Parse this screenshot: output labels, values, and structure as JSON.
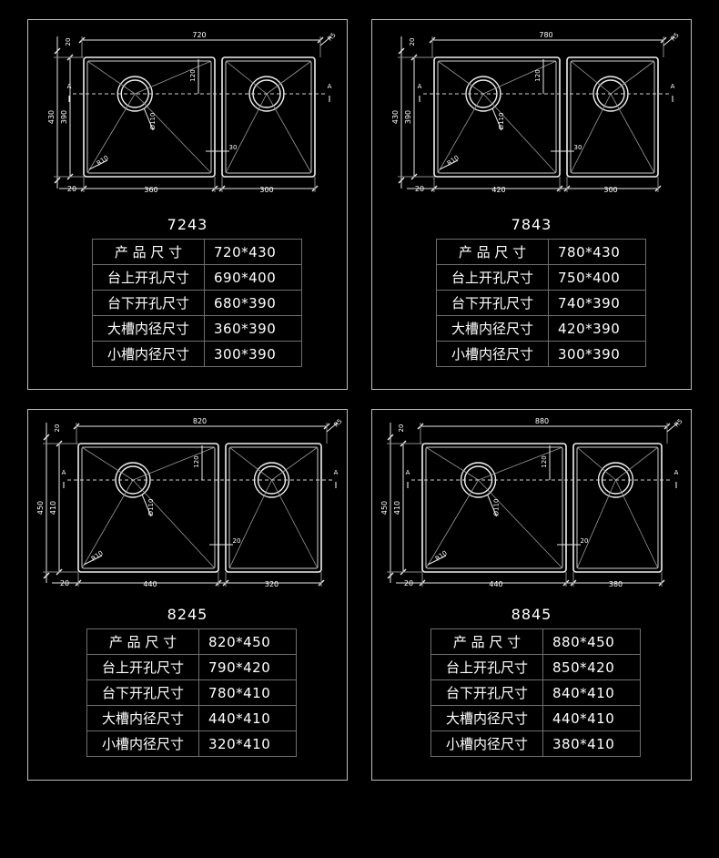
{
  "panels": [
    {
      "model": "7243",
      "dims": {
        "total_width": "720",
        "top_offset": "20",
        "height": "430",
        "inner_height": "390",
        "left_margin": "20",
        "big_width": "360",
        "small_width": "300",
        "divider": "30",
        "radius_corner": "R10",
        "radius_top": "R5",
        "drain_offset": "120",
        "drain_dia": "Ø110",
        "section": "A"
      },
      "specs": [
        {
          "label": "产 品 尺 寸",
          "value": "720*430"
        },
        {
          "label": "台上开孔尺寸",
          "value": "690*400"
        },
        {
          "label": "台下开孔尺寸",
          "value": "680*390"
        },
        {
          "label": "大槽内径尺寸",
          "value": "360*390"
        },
        {
          "label": "小槽内径尺寸",
          "value": "300*390"
        }
      ]
    },
    {
      "model": "7843",
      "dims": {
        "total_width": "780",
        "top_offset": "20",
        "height": "430",
        "inner_height": "390",
        "left_margin": "20",
        "big_width": "420",
        "small_width": "300",
        "divider": "30",
        "radius_corner": "R10",
        "radius_top": "R5",
        "drain_offset": "120",
        "drain_dia": "Ø110",
        "section": "A"
      },
      "specs": [
        {
          "label": "产 品 尺 寸",
          "value": "780*430"
        },
        {
          "label": "台上开孔尺寸",
          "value": "750*400"
        },
        {
          "label": "台下开孔尺寸",
          "value": "740*390"
        },
        {
          "label": "大槽内径尺寸",
          "value": "420*390"
        },
        {
          "label": "小槽内径尺寸",
          "value": "300*390"
        }
      ]
    },
    {
      "model": "8245",
      "dims": {
        "total_width": "820",
        "top_offset": "20",
        "height": "450",
        "inner_height": "410",
        "left_margin": "20",
        "big_width": "440",
        "small_width": "320",
        "divider": "20",
        "radius_corner": "R10",
        "radius_top": "R5",
        "drain_offset": "120",
        "drain_dia": "Ø110",
        "section": "A"
      },
      "specs": [
        {
          "label": "产 品 尺 寸",
          "value": "820*450"
        },
        {
          "label": "台上开孔尺寸",
          "value": "790*420"
        },
        {
          "label": "台下开孔尺寸",
          "value": "780*410"
        },
        {
          "label": "大槽内径尺寸",
          "value": "440*410"
        },
        {
          "label": "小槽内径尺寸",
          "value": "320*410"
        }
      ]
    },
    {
      "model": "8845",
      "dims": {
        "total_width": "880",
        "top_offset": "20",
        "height": "450",
        "inner_height": "410",
        "left_margin": "20",
        "big_width": "440",
        "small_width": "380",
        "divider": "20",
        "radius_corner": "R10",
        "radius_top": "R5",
        "drain_offset": "120",
        "drain_dia": "Ø110",
        "section": "A"
      },
      "specs": [
        {
          "label": "产 品 尺 寸",
          "value": "880*450"
        },
        {
          "label": "台上开孔尺寸",
          "value": "850*420"
        },
        {
          "label": "台下开孔尺寸",
          "value": "840*410"
        },
        {
          "label": "大槽内径尺寸",
          "value": "440*410"
        },
        {
          "label": "小槽内径尺寸",
          "value": "380*410"
        }
      ]
    }
  ]
}
